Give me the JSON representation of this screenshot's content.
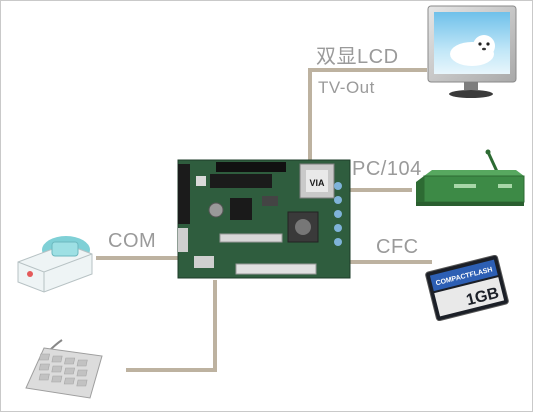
{
  "labels": {
    "lcd": "双显LCD",
    "tvout": "TV-Out",
    "pc104": "PC/104",
    "cfc": "CFC",
    "com": "COM"
  },
  "devices": {
    "monitor": {
      "icon": "monitor-icon"
    },
    "pc104_box": {
      "icon": "pc104-module-icon"
    },
    "cf_card": {
      "icon": "compact-flash-card-icon",
      "brand_text": "COMPACTFLASH",
      "capacity": "1GB"
    },
    "printer": {
      "icon": "printer-icon"
    },
    "keypad": {
      "icon": "keypad-icon"
    },
    "board": {
      "icon": "motherboard-icon",
      "chip_logo": "VIA"
    }
  },
  "colors": {
    "connector": "#bdb2a0",
    "label": "#9a9a9a",
    "board_green": "#2f5d3e",
    "pc104_green": "#3d8a46"
  }
}
